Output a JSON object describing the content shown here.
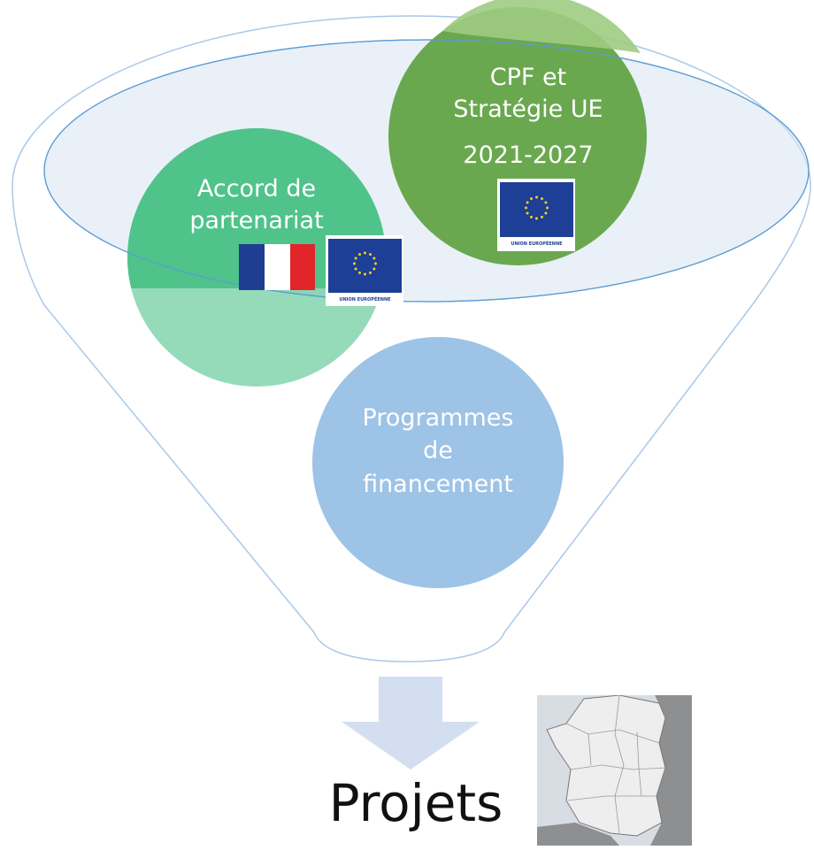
{
  "diagram": {
    "circle_cpf": {
      "lines": [
        "CPF et",
        "Stratégie UE",
        "2021-2027"
      ],
      "fill": "#6aa84f"
    },
    "circle_accord": {
      "lines": [
        "Accord de",
        "partenariat"
      ],
      "fill": "#4fc38a"
    },
    "circle_programmes": {
      "lines": [
        "Programmes",
        "de",
        "financement"
      ],
      "fill": "#9dc3e6"
    },
    "eu_flag_caption": "UNION EUROPÉENNE",
    "output_label": "Projets",
    "colors": {
      "funnel_stroke": "#a9c8e8",
      "funnel_top_fill": "#dbe6f1",
      "arrow": "#d3dff0",
      "eu_blue": "#1d3f95",
      "eu_star": "#f3d21b",
      "fr_blue": "#1f3e92",
      "fr_red": "#e1252b"
    }
  }
}
